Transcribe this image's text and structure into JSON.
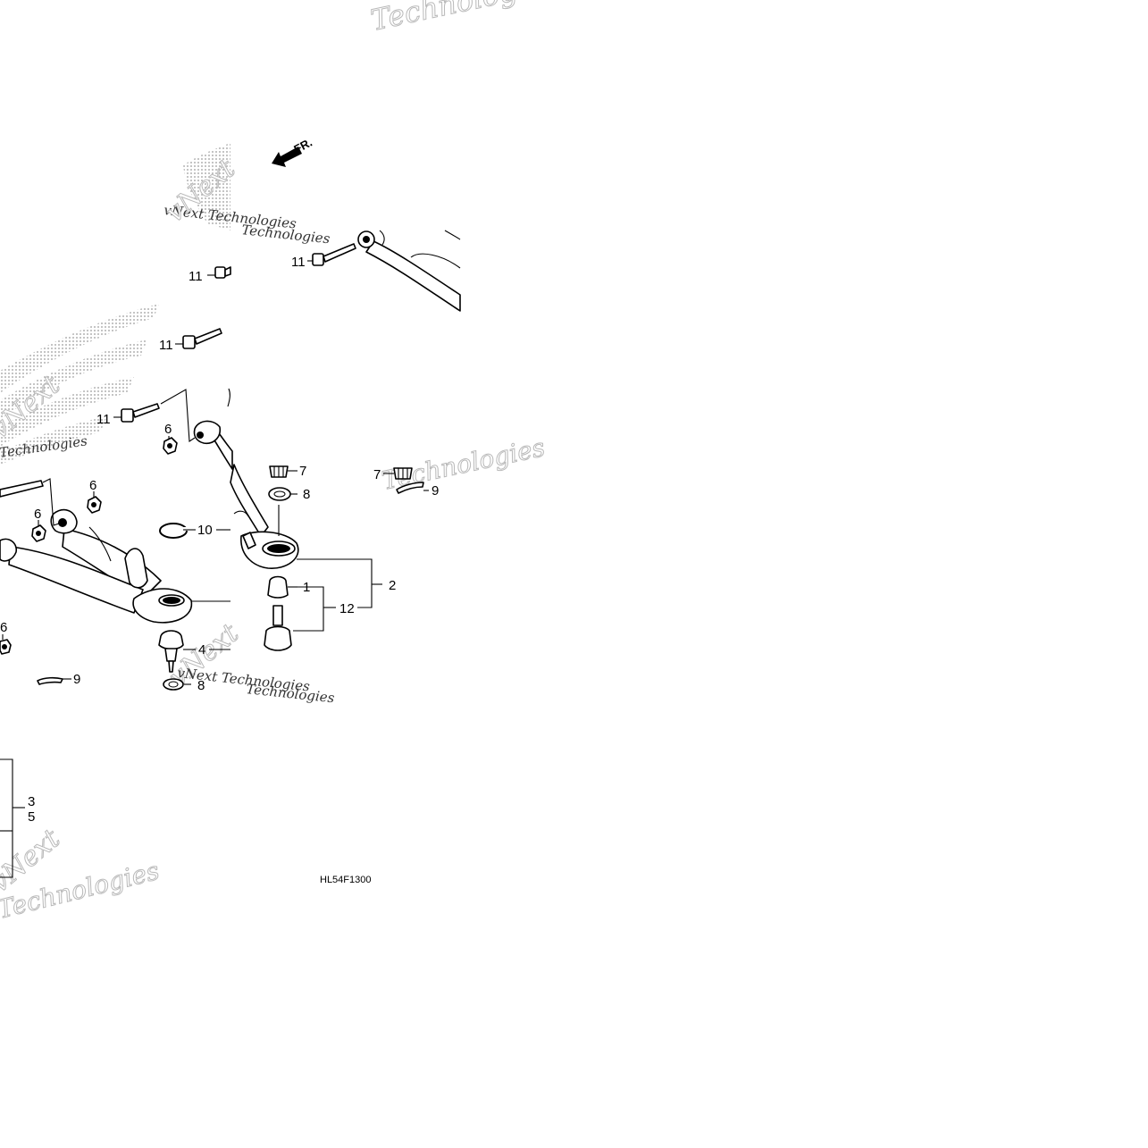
{
  "direction_label": "FR.",
  "diagram_code": "HL54F1300",
  "watermark": {
    "brand": "vNext",
    "company": "vNext Technologies",
    "company_word": "Technologies"
  },
  "callouts": {
    "p1": "1",
    "p2": "2",
    "p3": "3",
    "p4": "4",
    "p5": "5",
    "p6a": "6",
    "p6b": "6",
    "p6c": "6",
    "p6d": "6",
    "p7a": "7",
    "p7b": "7",
    "p8a": "8",
    "p8b": "8",
    "p9a": "9",
    "p9b": "9",
    "p10": "10",
    "p11a": "11",
    "p11b": "11",
    "p11c": "11",
    "p11d": "11",
    "p12": "12"
  },
  "colors": {
    "line": "#000000",
    "background": "#ffffff",
    "watermark_stroke": "#b9b9b9",
    "logo_dots": "#9a9a9a"
  }
}
